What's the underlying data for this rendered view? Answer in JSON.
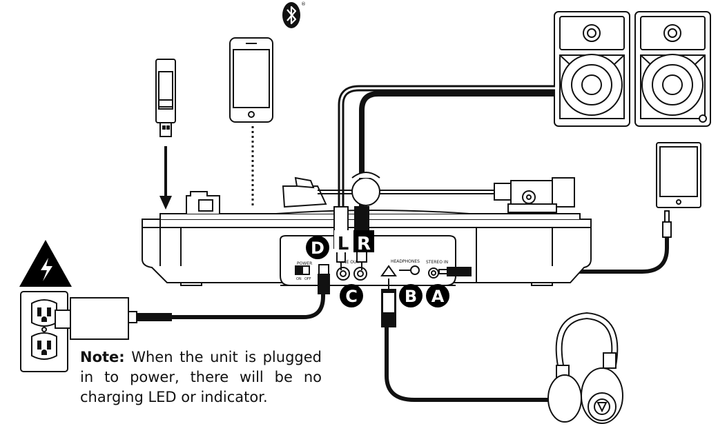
{
  "bluetooth_icon": "bluetooth-icon",
  "warning_icon": "high-voltage-warning-icon",
  "colors": {
    "line": "#111111",
    "fill": "#ffffff",
    "badge": "#000000",
    "badge_text": "#ffffff"
  },
  "badges": {
    "a": "A",
    "b": "B",
    "c": "C",
    "d": "D",
    "left": "L",
    "right": "R"
  },
  "panel_labels": {
    "power": "POWER",
    "power_on": "ON",
    "power_off": "OFF",
    "line_out": "LINE OUT",
    "headphones": "HEADPHONES",
    "stereo_in": "STEREO IN"
  },
  "note": {
    "label": "Note:",
    "text": " When the unit is plugged in to power, there will be no charging LED or indicator."
  }
}
